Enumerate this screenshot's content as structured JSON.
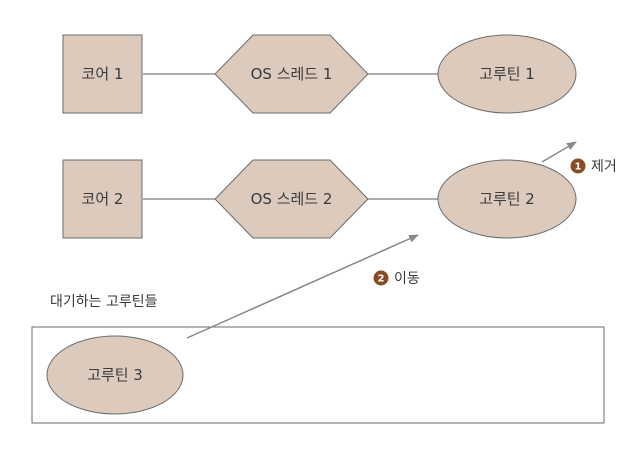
{
  "rows": [
    {
      "core": "코어 1",
      "thread": "OS 스레드 1",
      "coroutine": "고루틴 1"
    },
    {
      "core": "코어 2",
      "thread": "OS 스레드 2",
      "coroutine": "고루틴 2"
    }
  ],
  "waiting": {
    "label": "대기하는 고루틴들",
    "coroutine": "고루틴 3"
  },
  "annotations": [
    {
      "number": "1",
      "text": "제거"
    },
    {
      "number": "2",
      "text": "이동"
    }
  ],
  "colors": {
    "shape_fill": "#dccbbd",
    "shape_stroke": "#6b6b6b",
    "line": "#5a5a5a",
    "arrow": "#888888",
    "badge": "#8a4a25",
    "box_stroke": "#6b6b6b"
  }
}
